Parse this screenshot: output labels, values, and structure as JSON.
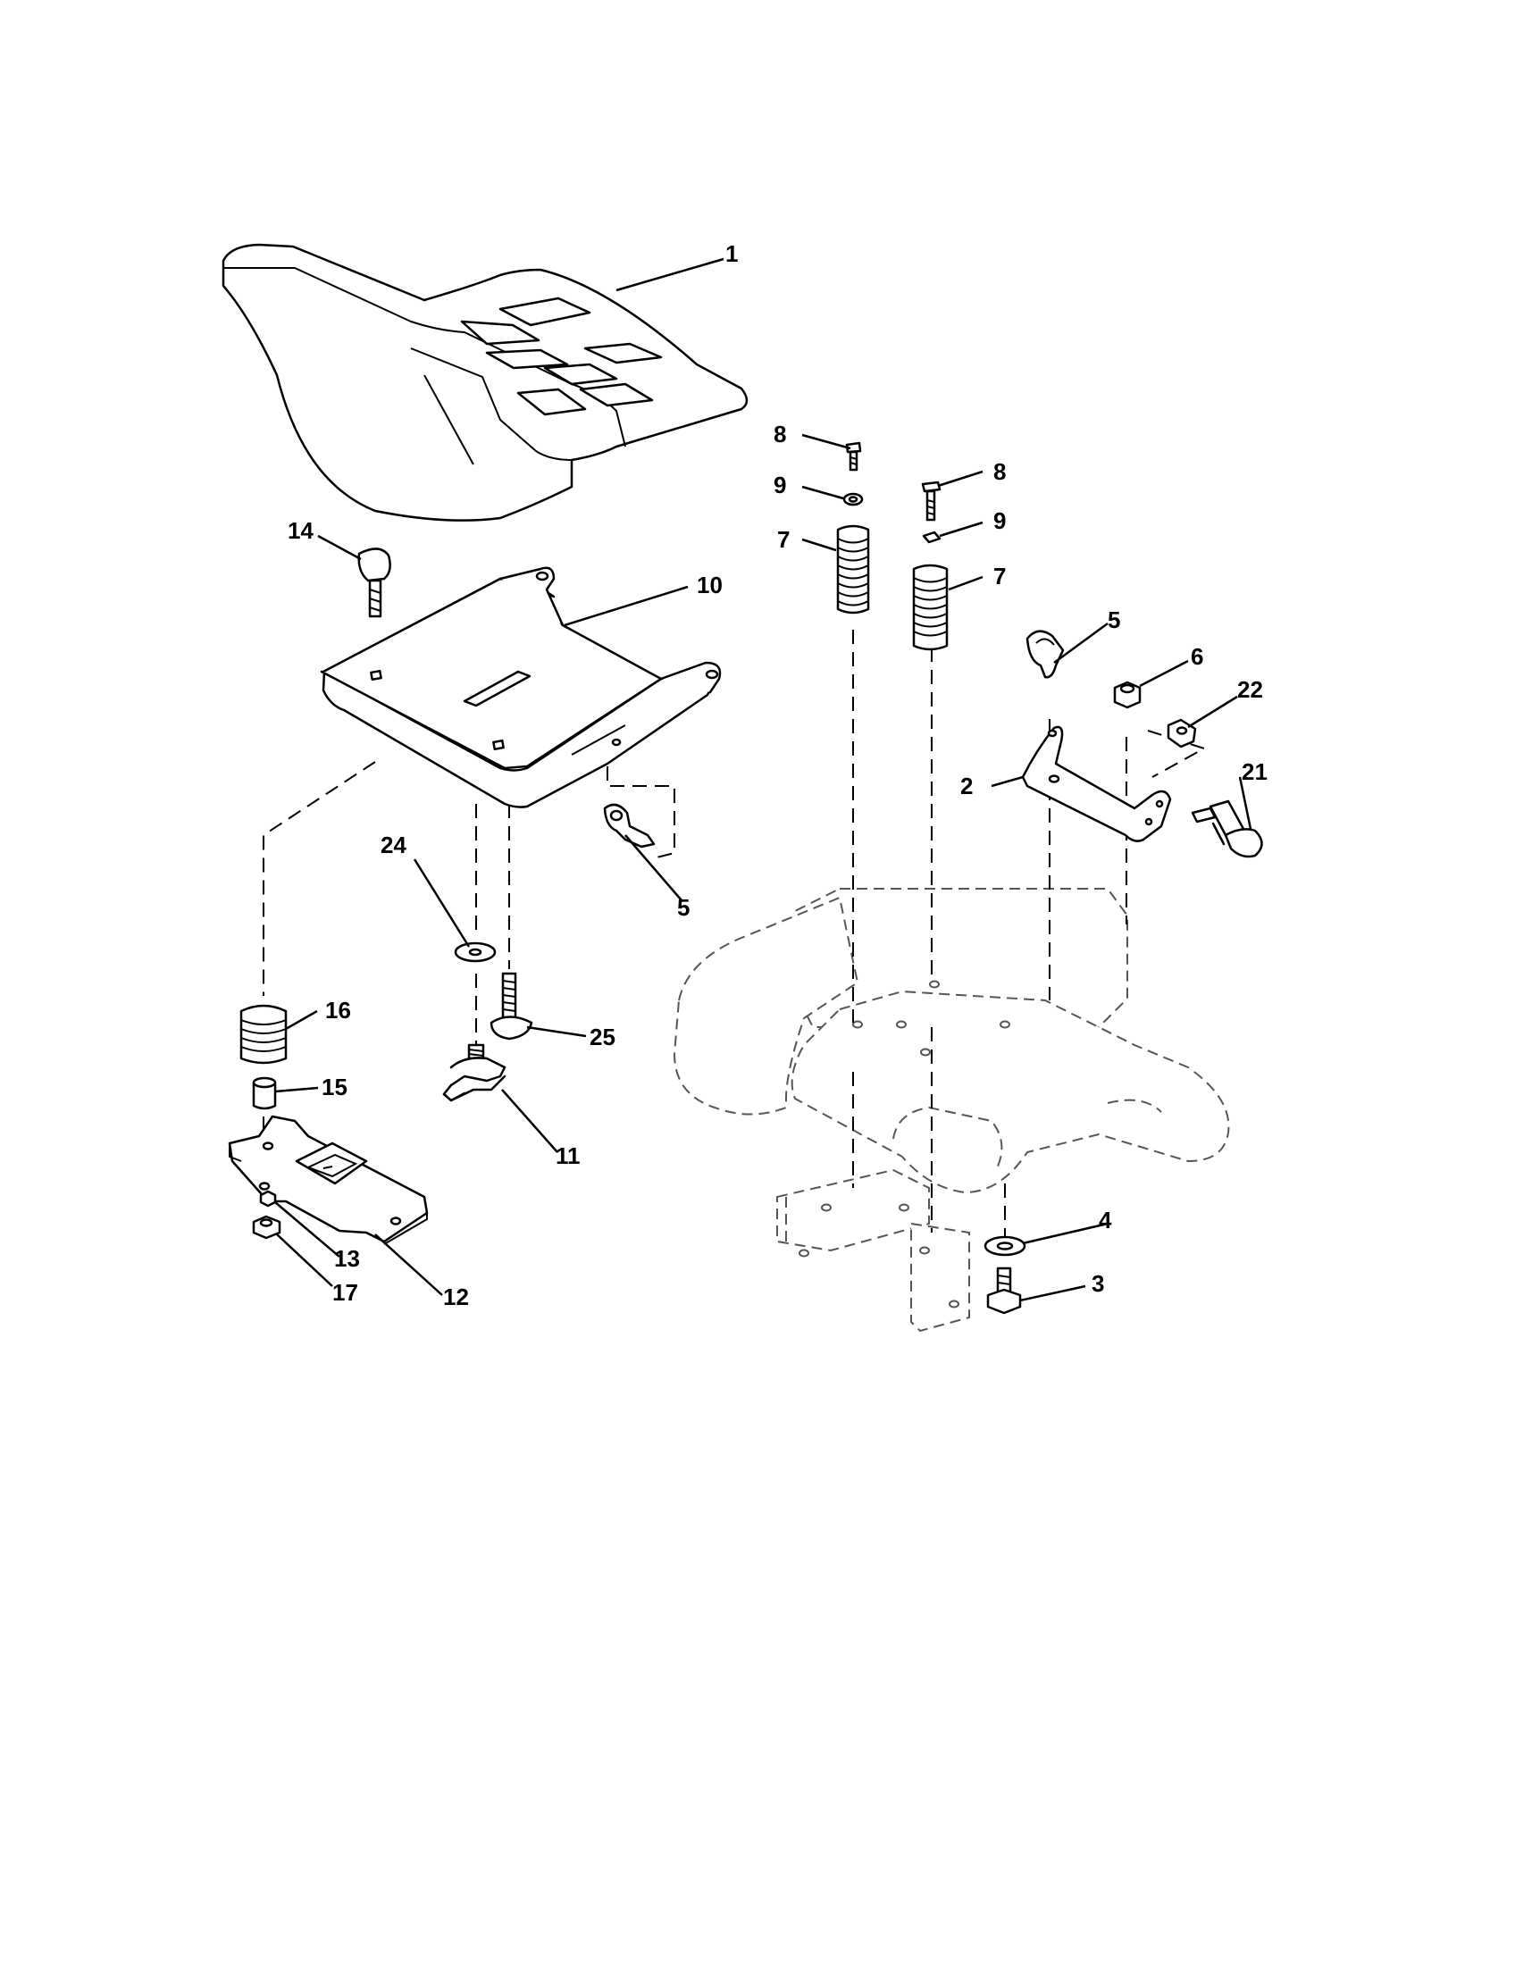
{
  "callouts": [
    {
      "part": "seat",
      "label": "1"
    },
    {
      "part": "bolt-left",
      "label": "8"
    },
    {
      "part": "washer-left",
      "label": "9"
    },
    {
      "part": "spring-left",
      "label": "7"
    },
    {
      "part": "bolt-right",
      "label": "8"
    },
    {
      "part": "washer-right",
      "label": "9"
    },
    {
      "part": "spring-right",
      "label": "7"
    },
    {
      "part": "carriage-bolt",
      "label": "14"
    },
    {
      "part": "seat-pan",
      "label": "10"
    },
    {
      "part": "clip-right",
      "label": "5"
    },
    {
      "part": "nut-6",
      "label": "6"
    },
    {
      "part": "nut-22",
      "label": "22"
    },
    {
      "part": "bracket",
      "label": "2"
    },
    {
      "part": "shoulder-bolt",
      "label": "21"
    },
    {
      "part": "washer-24",
      "label": "24"
    },
    {
      "part": "clip-left",
      "label": "5"
    },
    {
      "part": "screw-25",
      "label": "25"
    },
    {
      "part": "spring-16",
      "label": "16"
    },
    {
      "part": "spacer-15",
      "label": "15"
    },
    {
      "part": "knob-11",
      "label": "11"
    },
    {
      "part": "washer-4",
      "label": "4"
    },
    {
      "part": "bolt-3",
      "label": "3"
    },
    {
      "part": "nut-13",
      "label": "13"
    },
    {
      "part": "plate-12",
      "label": "12"
    },
    {
      "part": "nut-17",
      "label": "17"
    }
  ],
  "icons": [
    "seat",
    "seat-pan",
    "coil-spring",
    "hex-bolt",
    "flat-washer",
    "hex-nut",
    "wire-clip",
    "adjuster-knob",
    "slide-plate",
    "mounting-bracket",
    "shoulder-bolt",
    "carriage-bolt",
    "frame-outline"
  ]
}
